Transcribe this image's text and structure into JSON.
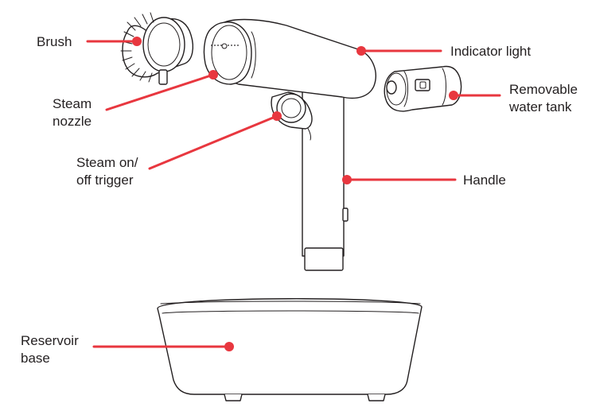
{
  "colors": {
    "accent": "#e8373f",
    "line": "#231f20",
    "background": "#ffffff"
  },
  "labels": {
    "brush": "Brush",
    "indicator_light": "Indicator light",
    "steam_nozzle": [
      "Steam",
      "nozzle"
    ],
    "removable_water_tank": [
      "Removable",
      "water tank"
    ],
    "steam_trigger": [
      "Steam on/",
      "off trigger"
    ],
    "handle": "Handle",
    "reservoir_base": [
      "Reservoir",
      "base"
    ]
  }
}
